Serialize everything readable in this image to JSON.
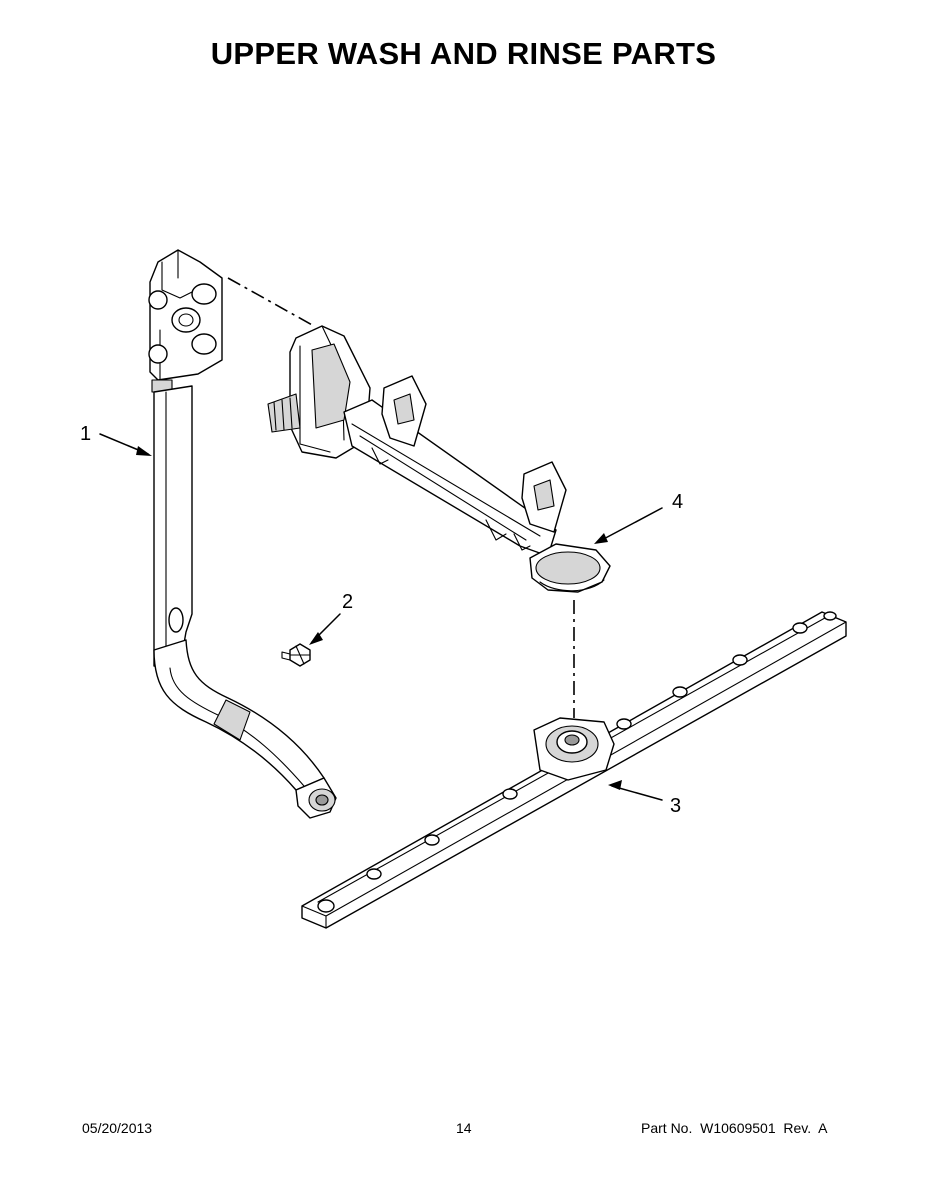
{
  "page": {
    "title": "UPPER WASH AND RINSE PARTS"
  },
  "callouts": [
    "1",
    "2",
    "3",
    "4"
  ],
  "footer": {
    "date": "05/20/2013",
    "page_number": "14",
    "part_number": "Part No.  W10609501  Rev.  A"
  }
}
